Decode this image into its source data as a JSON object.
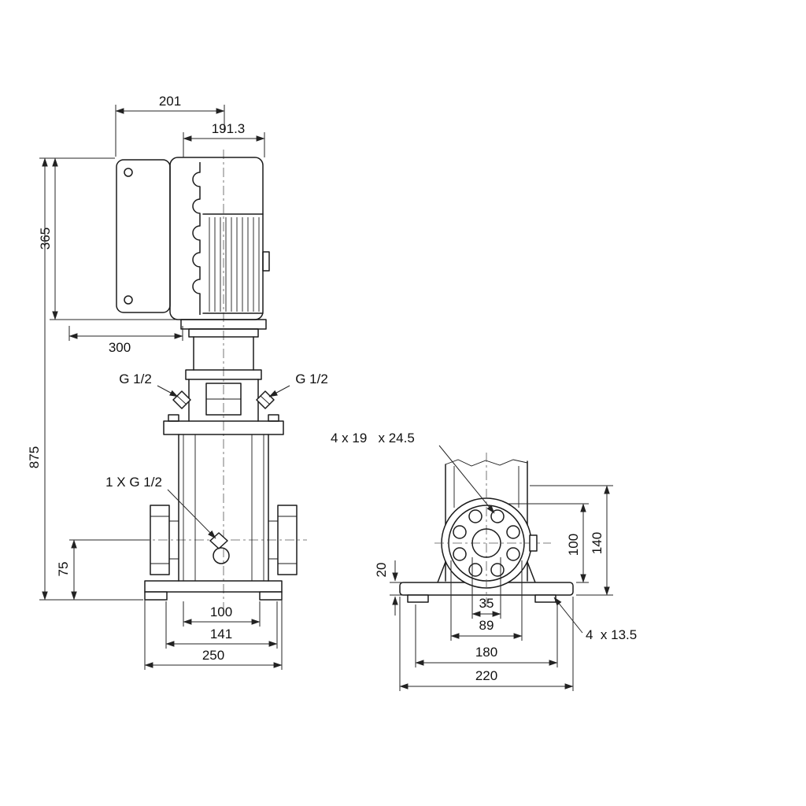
{
  "front_view": {
    "dim_201": "201",
    "dim_191_3": "191.3",
    "dim_365": "365",
    "dim_300": "300",
    "dim_875": "875",
    "dim_75": "75",
    "dim_100": "100",
    "dim_141": "141",
    "dim_250": "250",
    "plug_left": "G 1/2",
    "plug_right": "G 1/2",
    "drain": "1 X G 1/2"
  },
  "side_view": {
    "flange_holes": "4 x 19   x 24.5",
    "dim_20": "20",
    "dim_100": "100",
    "dim_140": "140",
    "dim_35": "35",
    "dim_89": "89",
    "dim_180": "180",
    "dim_220": "220",
    "base_holes": "4  x 13.5"
  }
}
